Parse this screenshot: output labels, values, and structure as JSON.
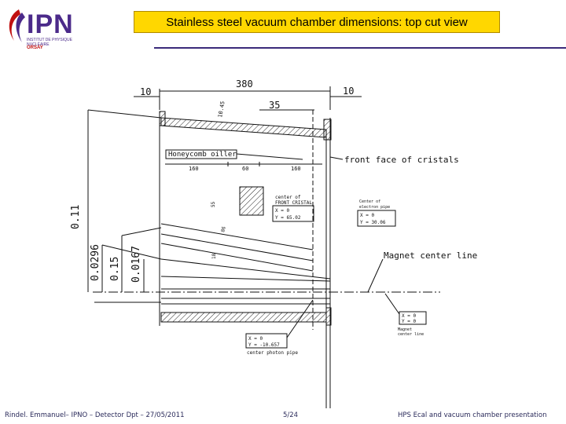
{
  "header": {
    "title": "Stainless steel vacuum chamber dimensions: top cut view",
    "logo_text": "IPN",
    "logo_subtext": "INSTITUT DE PHYSIQUE NUCLÉAIRE",
    "logo_orsay": "ORSAY"
  },
  "drawing": {
    "dim_top_total": "380",
    "dim_top_left": "10",
    "dim_top_right": "10",
    "dim_top_35": "35",
    "dim_angle": "10.45",
    "honeycomb_label": "Honeycomb oiller",
    "seg_160_left": "160",
    "seg_60": "60",
    "seg_160_right": "160",
    "dim_55": "55",
    "dim_86": "86",
    "dim_18": "18",
    "front_face_label": "front face of cristals",
    "center_cristal_line1": "center of",
    "center_cristal_line2": "FRONT CRISTAL",
    "center_cristal_x": "X = 0",
    "center_cristal_y": "Y = 65.02",
    "electron_pipe_line1": "Center of",
    "electron_pipe_line2": "electron pipe",
    "electron_pipe_x": "X = 0",
    "electron_pipe_y": "Y = 30.06",
    "magnet_center_label": "Magnet center line",
    "magnet_box_x": "X = 0",
    "magnet_box_y": "Y = 0",
    "magnet_box_line1": "Magnet",
    "magnet_box_line2": "center line",
    "photon_box_x": "X = 0",
    "photon_box_y": "Y = -10.657",
    "photon_box_label": "center photon pipe",
    "vdim_011": "0.11",
    "vdim_00296": "0.0296",
    "vdim_015": "0.15",
    "vdim_00167": "0.0167"
  },
  "footer": {
    "author": "Rindel. Emmanuel– IPNO – Detector Dpt – 27/05/2011",
    "page": "5/24",
    "presentation": "HPS Ecal and vacuum chamber presentation"
  }
}
